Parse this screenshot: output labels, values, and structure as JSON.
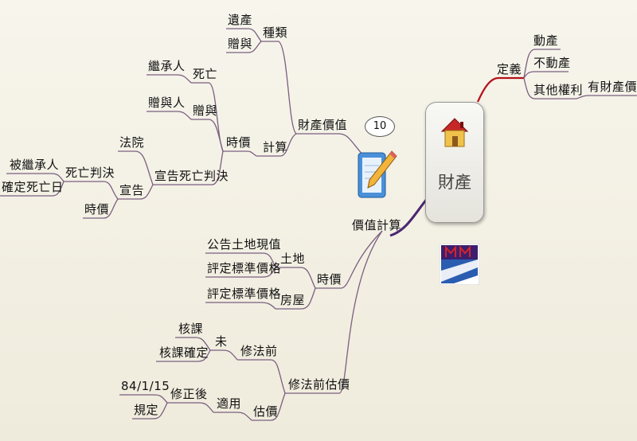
{
  "map": {
    "central": {
      "label": "財產",
      "icon": "house-icon"
    },
    "right_branch": {
      "label": "定義",
      "children": [
        "動產",
        "不動產",
        "其他權利"
      ],
      "other_rights_child": "有財產價值"
    },
    "hub": {
      "label": "價值計算",
      "icon": "pencil-notepad-icon",
      "badge": "10"
    },
    "property_value": {
      "label": "財產價值",
      "kinds": {
        "label": "種類",
        "children": [
          "遺產",
          "贈與"
        ]
      },
      "calc": {
        "label": "計算",
        "time_value": {
          "label": "時價",
          "death": {
            "label": "死亡",
            "child": "繼承人"
          },
          "gift": {
            "label": "贈與",
            "child": "贈與人"
          },
          "declared_death": {
            "label": "宣告死亡判決",
            "court": "法院",
            "declare": "宣告",
            "death_judgment": "死亡判決",
            "death_judgment_children": [
              "被繼承人",
              "確定死亡日"
            ],
            "time_price": "時價"
          }
        }
      }
    },
    "market_price": {
      "label": "時價",
      "land": {
        "label": "土地",
        "children": [
          "公告土地現值",
          "評定標準價格"
        ]
      },
      "house": {
        "label": "房屋",
        "child": "評定標準價格"
      }
    },
    "pre_amend": {
      "label": "修法前估價",
      "before": {
        "label": "修法前",
        "not_yet": "未",
        "children": [
          "核課",
          "核課確定"
        ]
      },
      "valuation": {
        "label": "估價",
        "apply": "適用",
        "amended": "修正後",
        "children": [
          "84/1/15",
          "規定"
        ]
      }
    }
  },
  "colors": {
    "edge": "#7a5f80",
    "edge_right": "#b5121b",
    "edge_hub": "#4a2770"
  }
}
